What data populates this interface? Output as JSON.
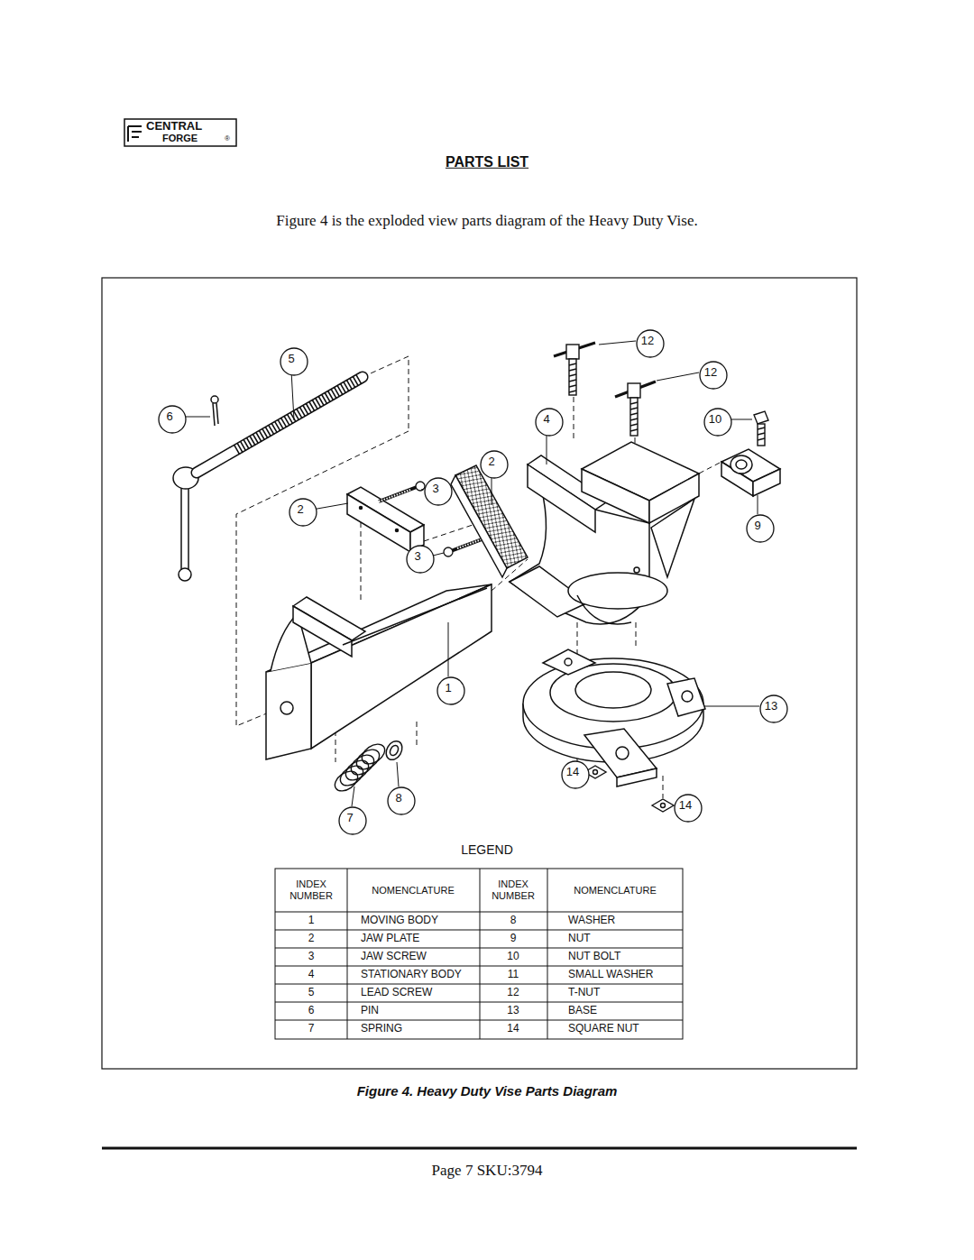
{
  "diagram": {
    "title": "PARTS LIST",
    "caption": "Figure 4. Heavy Duty Vise Parts Diagram",
    "nodes": [
      {
        "text": [
          "12"
        ]
      },
      {
        "text": [
          "5"
        ]
      },
      {
        "text": [
          "12"
        ]
      },
      {
        "text": [
          "6"
        ]
      },
      {
        "text": [
          "4"
        ]
      },
      {
        "text": [
          "10"
        ]
      },
      {
        "text": [
          "2"
        ]
      },
      {
        "text": [
          "3"
        ]
      },
      {
        "text": [
          "2"
        ]
      },
      {
        "text": [
          "9"
        ]
      },
      {
        "text": [
          "3"
        ]
      },
      {
        "text": [
          "1"
        ]
      },
      {
        "text": [
          "13"
        ]
      },
      {
        "text": [
          "14"
        ]
      },
      {
        "text": [
          "8"
        ]
      },
      {
        "text": [
          "14"
        ]
      },
      {
        "text": [
          "7"
        ]
      }
    ],
    "labels": [
      "CENTRAL",
      "FORGE",
      "®",
      "Figure 4 is the exploded view parts diagram of the Heavy Duty Vise.",
      "LEGEND",
      "INDEX NUMBER",
      "NOMENCLATURE",
      "INDEX NUMBER",
      "NOMENCLATURE",
      "1",
      "MOVING BODY",
      "8",
      "WASHER",
      "2",
      "JAW PLATE",
      "9",
      "NUT",
      "3",
      "JAW SCREW",
      "10",
      "NUT BOLT",
      "4",
      "STATIONARY BODY",
      "11",
      "SMALL WASHER",
      "5",
      "LEAD SCREW",
      "12",
      "T-NUT",
      "6",
      "PIN",
      "13",
      "BASE",
      "7",
      "SPRING",
      "14",
      "SQUARE NUT",
      "Page 7 SKU:3794"
    ]
  }
}
